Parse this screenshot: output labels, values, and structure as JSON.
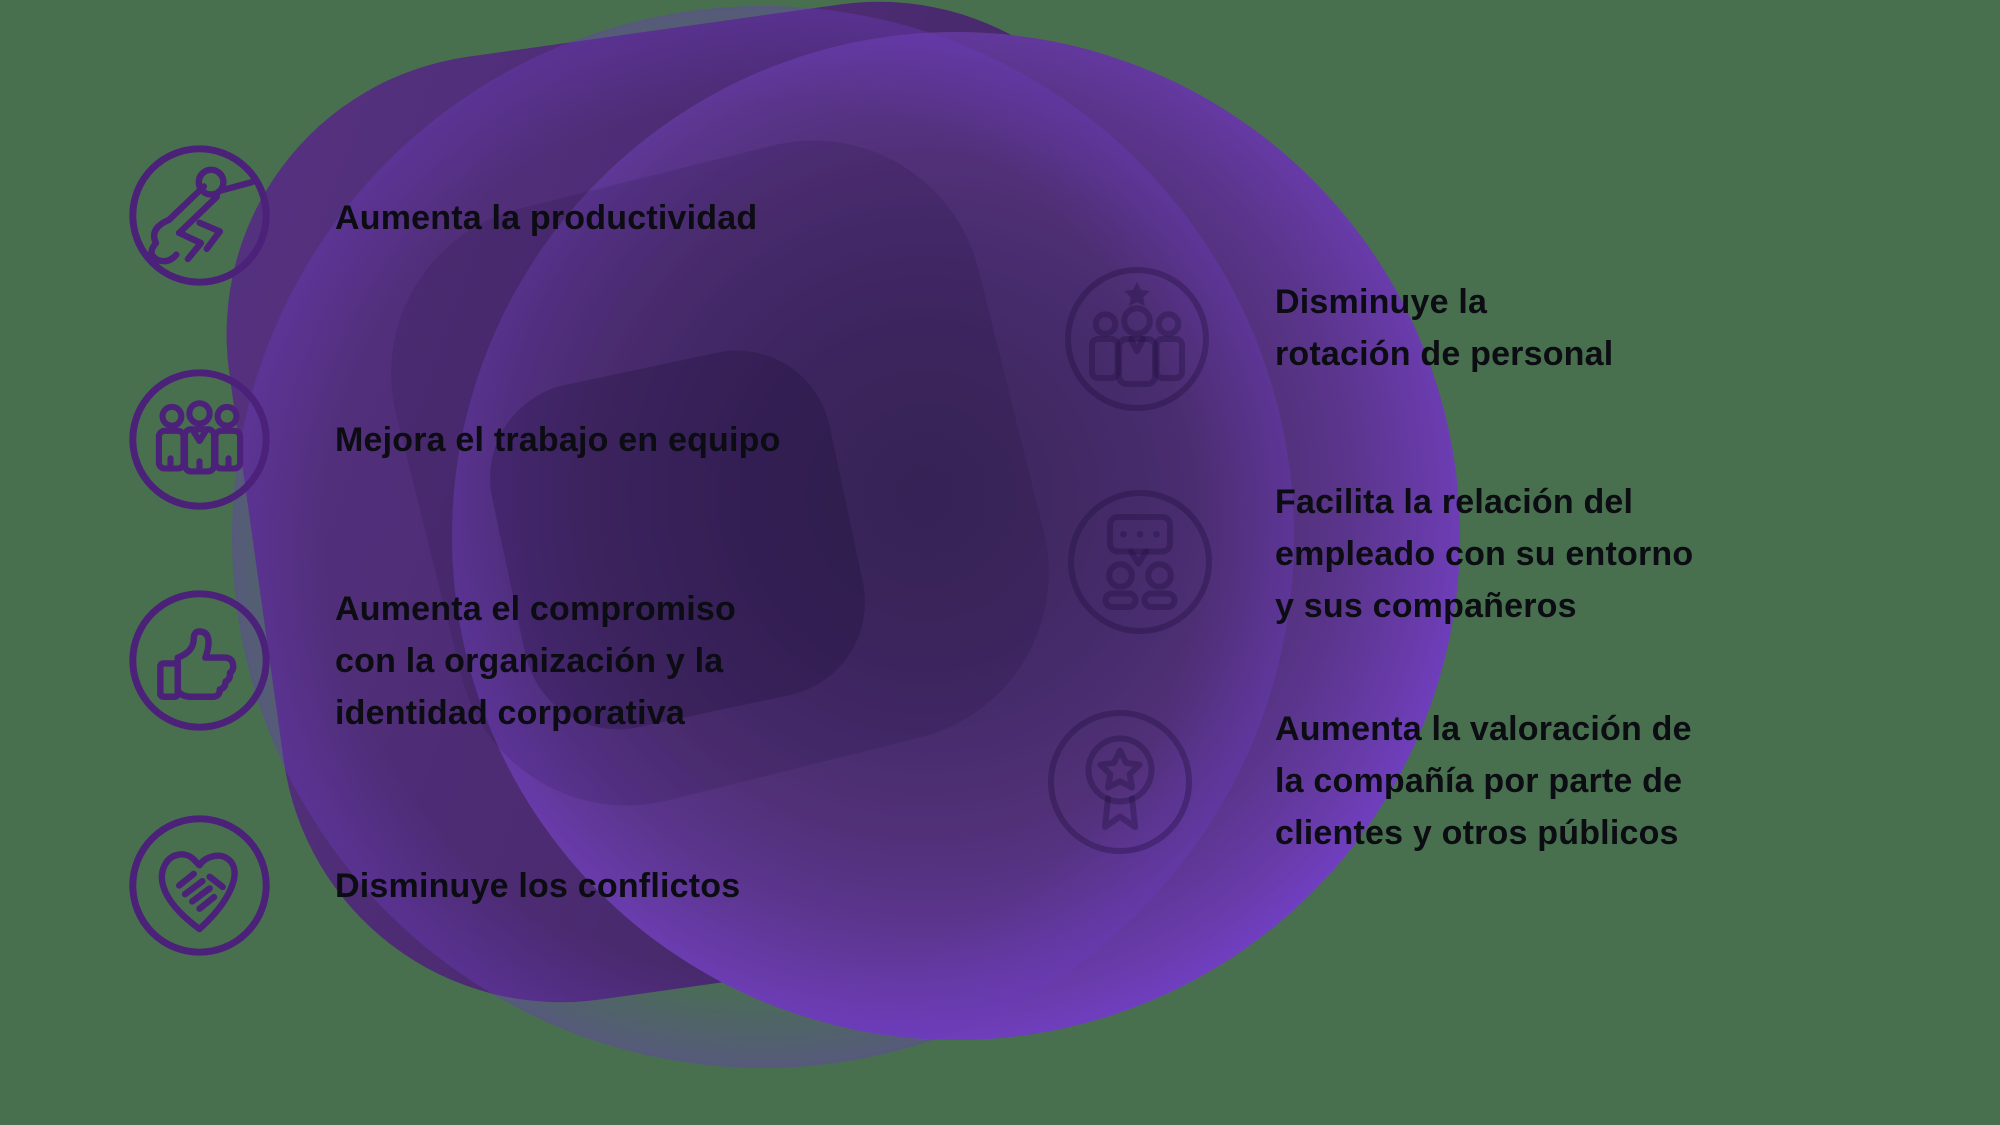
{
  "colors": {
    "background_green": "#48704F",
    "accent_violet": "#7C42E8",
    "blob_dark_purple": "#4C2B72",
    "icon_ring_purple": "#4B2179",
    "text_color": "#0C0C13"
  },
  "benefits_left": [
    {
      "icon": "superhero-icon",
      "label": "Aumenta la productividad"
    },
    {
      "icon": "teamwork-icon",
      "label": "Mejora el trabajo en equipo"
    },
    {
      "icon": "thumbs-up-icon",
      "label": "Aumenta el compromiso\ncon la organización y la\nidentidad corporativa"
    },
    {
      "icon": "heart-handshake-icon",
      "label": "Disminuye los conflictos"
    }
  ],
  "benefits_right": [
    {
      "icon": "team-leader-star-icon",
      "label": "Disminuye la\nrotación de personal"
    },
    {
      "icon": "chat-people-icon",
      "label": "Facilita la relación del\nempleado con su entorno\ny sus compañeros"
    },
    {
      "icon": "award-badge-icon",
      "label": "Aumenta la valoración de\nla compañía por parte de\nclientes y otros públicos"
    }
  ]
}
